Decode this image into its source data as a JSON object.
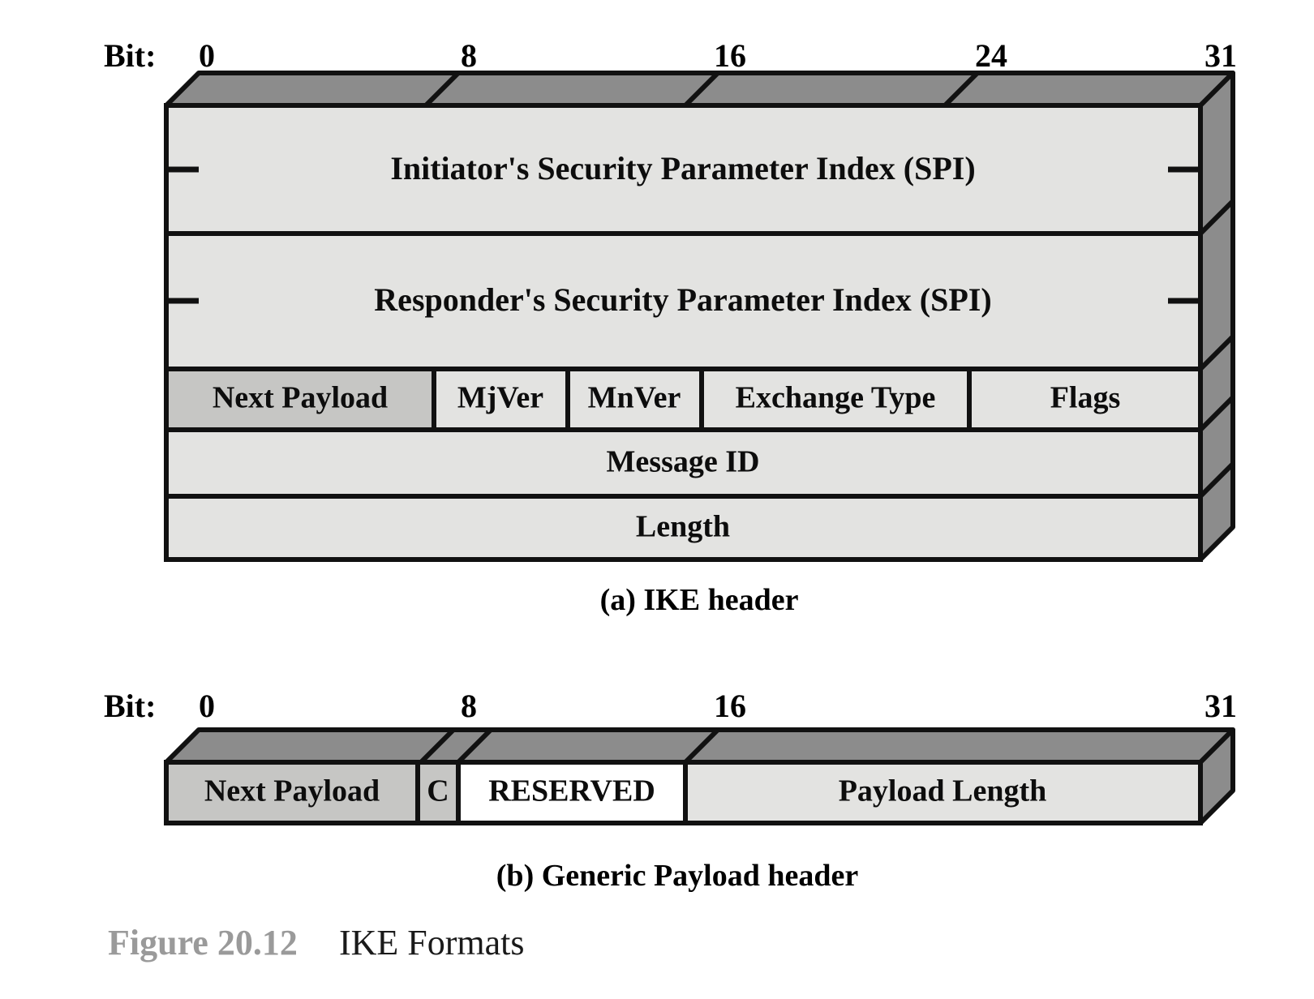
{
  "figure": {
    "number": "Figure 20.12",
    "title": "IKE Formats"
  },
  "diagram_a": {
    "caption": "(a) IKE header",
    "bit_label": "Bit:",
    "bit_ticks": [
      "0",
      "8",
      "16",
      "24",
      "31"
    ],
    "rows": [
      {
        "name": "initiator-spi",
        "cells": [
          {
            "label": "Initiator's Security Parameter Index (SPI)",
            "fill": "#e3e3e1",
            "bits": "0-31"
          }
        ]
      },
      {
        "name": "responder-spi",
        "cells": [
          {
            "label": "Responder's Security Parameter Index (SPI)",
            "fill": "#e3e3e1",
            "bits": "0-31"
          }
        ]
      },
      {
        "name": "version-exchange",
        "cells": [
          {
            "label": "Next Payload",
            "fill": "#c6c6c4",
            "bits": "0-7"
          },
          {
            "label": "MjVer",
            "fill": "#e3e3e1",
            "bits": "8-11"
          },
          {
            "label": "MnVer",
            "fill": "#e3e3e1",
            "bits": "12-15"
          },
          {
            "label": "Exchange Type",
            "fill": "#e3e3e1",
            "bits": "16-23"
          },
          {
            "label": "Flags",
            "fill": "#e3e3e1",
            "bits": "24-31"
          }
        ]
      },
      {
        "name": "message-id",
        "cells": [
          {
            "label": "Message ID",
            "fill": "#e3e3e1",
            "bits": "0-31"
          }
        ]
      },
      {
        "name": "length",
        "cells": [
          {
            "label": "Length",
            "fill": "#e3e3e1",
            "bits": "0-31"
          }
        ]
      }
    ]
  },
  "diagram_b": {
    "caption": "(b) Generic Payload header",
    "bit_label": "Bit:",
    "bit_ticks": [
      "0",
      "8",
      "16",
      "31"
    ],
    "rows": [
      {
        "name": "generic-payload-row",
        "cells": [
          {
            "label": "Next Payload",
            "fill": "#c6c6c4",
            "bits": "0-6"
          },
          {
            "label": "C",
            "fill": "#c6c6c4",
            "bits": "7"
          },
          {
            "label": "RESERVED",
            "fill": "#ffffff",
            "bits": "8-15"
          },
          {
            "label": "Payload Length",
            "fill": "#e3e3e1",
            "bits": "16-31"
          }
        ]
      }
    ]
  },
  "colors": {
    "top_face": "#8c8c8c",
    "side_face": "#8c8c8c",
    "body_light": "#e3e3e1",
    "body_mid": "#c6c6c4",
    "body_white": "#ffffff",
    "stroke": "#111111",
    "figure_number": "#9a9a9a"
  }
}
